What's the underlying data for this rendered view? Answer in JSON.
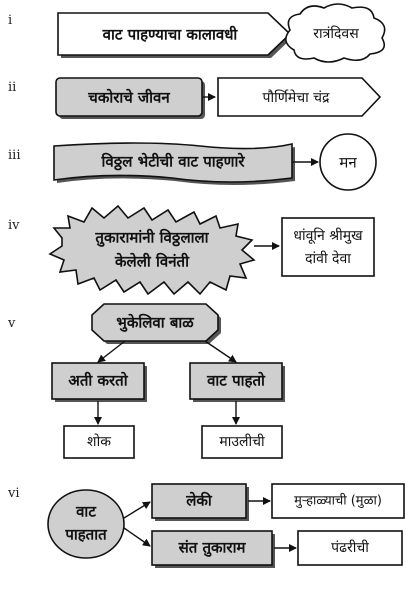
{
  "rows": [
    {
      "numeral": "i",
      "source": "वाट पाहण्याचा कालावधी",
      "target": "रात्रंदिवस"
    },
    {
      "numeral": "ii",
      "source": "चकोराचे जीवन",
      "target": "पौर्णिमेचा चंद्र"
    },
    {
      "numeral": "iii",
      "source": "विठ्ठल भेटीची वाट पाहणारे",
      "target": "मन"
    },
    {
      "numeral": "iv",
      "source_line1": "तुकारामांनी विठ्ठलाला",
      "source_line2": "केलेली विनंती",
      "target_line1": "धांवूनि श्रीमुख",
      "target_line2": "दांवी देवा"
    },
    {
      "numeral": "v",
      "top": "भुकेलिवा बाळ",
      "left": "अती करतो",
      "right": "वाट पाहतो",
      "left_result": "शोक",
      "right_result": "माउलीची"
    },
    {
      "numeral": "vi",
      "hub_line1": "वाट",
      "hub_line2": "पाहतात",
      "branch1": "लेकी",
      "branch1_result": "मुऱ्हाळ्याची (मुळा)",
      "branch2": "संत तुकाराम",
      "branch2_result": "पंढरीची"
    }
  ]
}
